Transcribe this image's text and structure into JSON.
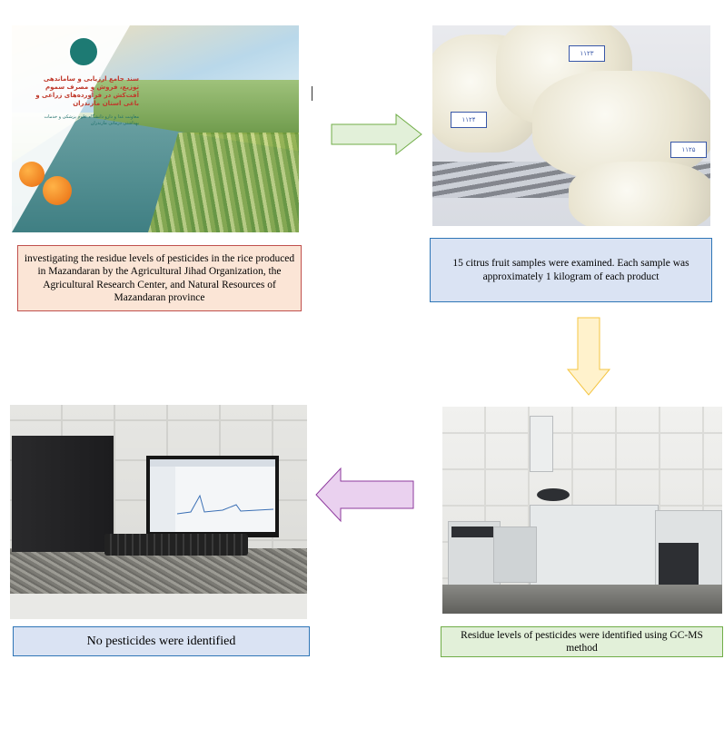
{
  "captions": {
    "rice_study": "investigating the residue levels of pesticides in the rice produced in Mazandaran by the Agricultural Jihad Organization, the Agricultural Research Center, and Natural Resources of Mazandaran province",
    "citrus_samples": "15 citrus fruit samples were examined. Each sample was approximately 1 kilogram of each product",
    "gcms_method": "Residue levels of pesticides were identified using GC-MS method",
    "result": "No pesticides were identified"
  },
  "poster": {
    "title": "سند جامع ارزیابی و ساماندهی توزیع، فروش و مصرف سموم آفت‌کش در فرآورده‌های زراعی و باغی استان مازندران",
    "subtitle": "معاونت غذا و دارو دانشگاه علوم پزشکی و خدمات بهداشتی درمانی مازندران"
  },
  "sample_labels": [
    "۱۱۲۳",
    "۱۱۲۴",
    "۱۱۲۵"
  ],
  "colors": {
    "arrow_right_fill": "#e2f0d9",
    "arrow_right_stroke": "#70ad47",
    "arrow_down_fill": "#fff2cc",
    "arrow_down_stroke": "#f4c542",
    "arrow_left_fill": "#ead1ef",
    "arrow_left_stroke": "#8e3a9e"
  }
}
